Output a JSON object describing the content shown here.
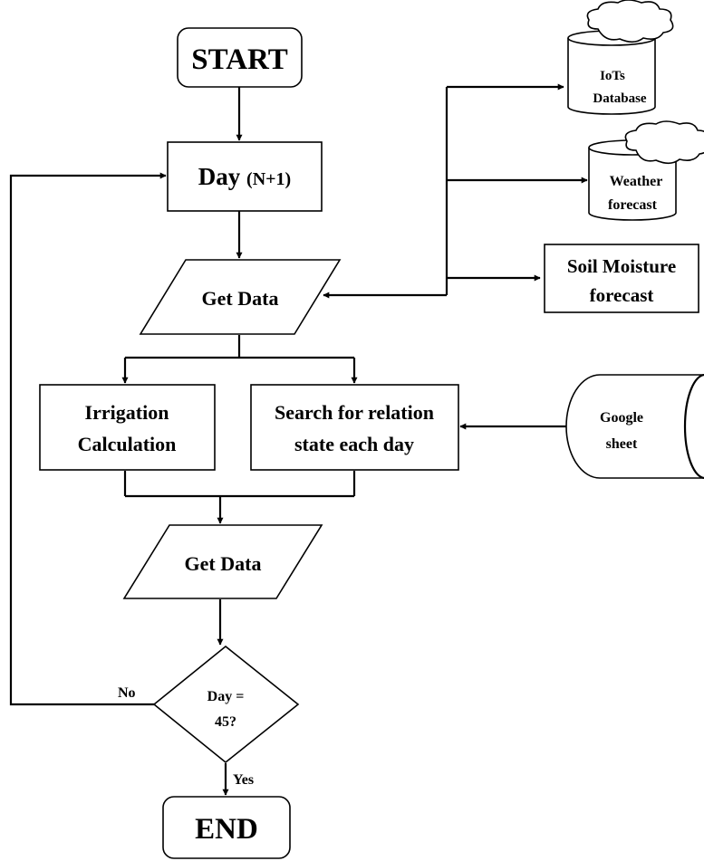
{
  "flow": {
    "start": "START",
    "day": {
      "main": "Day",
      "suffix": "(N+1)"
    },
    "get_data_1": "Get Data",
    "irrigation": {
      "line1": "Irrigation",
      "line2": "Calculation"
    },
    "search": {
      "line1": "Search for relation",
      "line2": "state each day"
    },
    "get_data_2": "Get Data",
    "decision": {
      "line1": "Day =",
      "line2": "45?"
    },
    "no_label": "No",
    "yes_label": "Yes",
    "end": "END"
  },
  "sources": {
    "iots": {
      "line1": "IoTs",
      "line2": "Database"
    },
    "weather": {
      "line1": "Weather",
      "line2": "forecast"
    },
    "soil": {
      "line1": "Soil Moisture",
      "line2": "forecast"
    },
    "google": {
      "line1": "Google",
      "line2": "sheet"
    }
  },
  "colors": {
    "stroke": "#000000",
    "fill": "#ffffff"
  }
}
